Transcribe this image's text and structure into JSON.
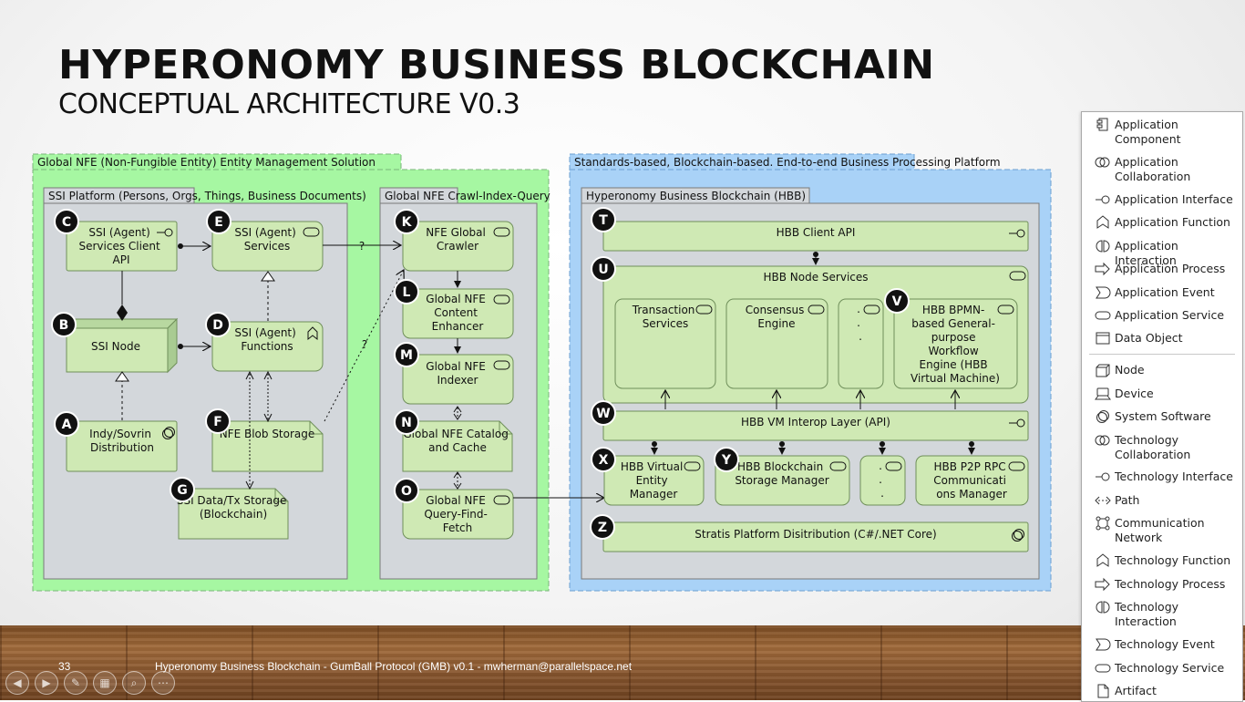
{
  "slide": {
    "title": "HYPERONOMY BUSINESS BLOCKCHAIN",
    "subtitle": "CONCEPTUAL ARCHITECTURE V0.3",
    "page_number": "33",
    "footer": "Hyperonomy Business Blockchain - GumBall Protocol (GMB) v0.1 - mwherman@parallelspace.net"
  },
  "diagram": {
    "groups": {
      "global_nfe": "Global NFE (Non-Fungible Entity) Entity Management Solution",
      "ssi_platform": "SSI Platform (Persons, Orgs, Things, Business Documents)",
      "crawl_index": "Global NFE Crawl-Index-Query",
      "standards_platform": "Standards-based, Blockchain-based. End-to-end Business Processing Platform",
      "hbb": "Hyperonomy Business Blockchain (HBB)"
    },
    "badges": {
      "A": "A",
      "B": "B",
      "C": "C",
      "D": "D",
      "E": "E",
      "F": "F",
      "G": "G",
      "K": "K",
      "L": "L",
      "M": "M",
      "N": "N",
      "O": "O",
      "T": "T",
      "U": "U",
      "V": "V",
      "W": "W",
      "X": "X",
      "Y": "Y",
      "Z": "Z"
    },
    "elements": {
      "ssi_client_api": [
        "SSI (Agent)",
        "Services Client",
        "API"
      ],
      "ssi_services": [
        "SSI (Agent)",
        "Services"
      ],
      "ssi_node": [
        "SSI Node"
      ],
      "ssi_functions": [
        "SSI (Agent)",
        "Functions"
      ],
      "indy_sovrin": [
        "Indy/Sovrin",
        "Distribution"
      ],
      "nfe_blob": [
        "NFE Blob Storage"
      ],
      "ssi_data_tx": [
        "SSI Data/Tx Storage",
        "(Blockchain)"
      ],
      "nfe_crawler": [
        "NFE Global",
        "Crawler"
      ],
      "content_enhancer": [
        "Global NFE",
        "Content",
        "Enhancer"
      ],
      "indexer": [
        "Global NFE",
        "Indexer"
      ],
      "catalog_cache": [
        "Global NFE Catalog",
        "and Cache"
      ],
      "query_find_fetch": [
        "Global NFE",
        "Query-Find-",
        "Fetch"
      ],
      "hbb_client_api": [
        "HBB Client API"
      ],
      "hbb_node_services": [
        "HBB Node Services"
      ],
      "transaction_services": [
        "Transaction",
        "Services"
      ],
      "consensus_engine": [
        "Consensus",
        "Engine"
      ],
      "dots": [
        ".",
        ".",
        "."
      ],
      "bpmn_engine": [
        "HBB BPMN-",
        "based General-",
        "purpose",
        "Workflow",
        "Engine (HBB",
        "Virtual Machine)"
      ],
      "vm_interop": [
        "HBB VM Interop Layer (API)"
      ],
      "virtual_entity_mgr": [
        "HBB Virtual",
        "Entity",
        "Manager"
      ],
      "blockchain_storage_mgr": [
        "HBB Blockchain",
        "Storage Manager"
      ],
      "p2p_rpc": [
        "HBB P2P RPC",
        "Communicati",
        "ons Manager"
      ],
      "stratis": [
        "Stratis Platform Disitribution (C#/.NET Core)"
      ]
    },
    "edge_labels": {
      "services_to_crawler": "?",
      "blob_to_crawler": "?"
    },
    "colors": {
      "green_zone": "#a6f7a2",
      "blue_zone": "#a9d2f7",
      "grey_group": "#d3d7db",
      "element_fill": "#cfe9b4",
      "element_stroke": "#6f8f5a",
      "badge": "#111111"
    }
  },
  "palette": {
    "items": [
      {
        "label": "Application Component",
        "icon": "application-component-icon"
      },
      {
        "label": "Application Collaboration",
        "icon": "application-collaboration-icon"
      },
      {
        "label": "Application Interface",
        "icon": "application-interface-icon"
      },
      {
        "label": "Application Function",
        "icon": "application-function-icon"
      },
      {
        "label": "Application Interaction",
        "icon": "application-interaction-icon"
      },
      {
        "label": "Application Process",
        "icon": "application-process-icon"
      },
      {
        "label": "Application Event",
        "icon": "application-event-icon"
      },
      {
        "label": "Application Service",
        "icon": "application-service-icon"
      },
      {
        "label": "Data Object",
        "icon": "data-object-icon"
      },
      {
        "label": "Node",
        "icon": "node-icon"
      },
      {
        "label": "Device",
        "icon": "device-icon"
      },
      {
        "label": "System Software",
        "icon": "system-software-icon"
      },
      {
        "label": "Technology Collaboration",
        "icon": "technology-collaboration-icon"
      },
      {
        "label": "Technology Interface",
        "icon": "technology-interface-icon"
      },
      {
        "label": "Path",
        "icon": "path-icon"
      },
      {
        "label": "Communication Network",
        "icon": "communication-network-icon"
      },
      {
        "label": "Technology Function",
        "icon": "technology-function-icon"
      },
      {
        "label": "Technology Process",
        "icon": "technology-process-icon"
      },
      {
        "label": "Technology Interaction",
        "icon": "technology-interaction-icon"
      },
      {
        "label": "Technology Event",
        "icon": "technology-event-icon"
      },
      {
        "label": "Technology Service",
        "icon": "technology-service-icon"
      },
      {
        "label": "Artifact",
        "icon": "artifact-icon"
      }
    ]
  },
  "controls": {
    "prev": "◀",
    "next": "▶",
    "pen": "✎",
    "slides": "▦",
    "zoom": "⌕",
    "more": "⋯"
  }
}
